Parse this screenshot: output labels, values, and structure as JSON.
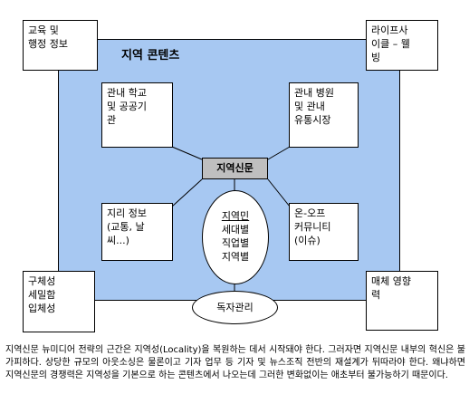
{
  "region_title": "지역 콘텐츠",
  "center_label": "지역신문",
  "corners": {
    "top_left": [
      "교육 및",
      "행정 정보"
    ],
    "top_right": [
      "라이프사",
      "이클 – 웰",
      "빙"
    ],
    "bottom_left": [
      "구체성",
      "세밀함",
      "입체성"
    ],
    "bottom_right": [
      "매체 영향",
      "력"
    ]
  },
  "inner": {
    "top_left": [
      "관내 학교",
      "및 공공기",
      "관"
    ],
    "top_right": [
      "관내 병원",
      "및  관내",
      "유통시장"
    ],
    "bottom_left": [
      "지리 정보",
      "(교통,  날",
      "씨...)"
    ],
    "bottom_right": [
      "온-오프",
      "커뮤니티",
      "(이슈)"
    ]
  },
  "ellipse_lines": [
    "지역민",
    "세대별",
    "직업별",
    "지역별"
  ],
  "ellipse_bottom": "독자관리",
  "caption": "지역신문 뉴미디어 전략의 근간은 지역성(Locality)을 복원하는 데서 시작돼야 한다. 그러자면 지역신문 내부의 혁신은 불가피하다. 상당한 규모의 아웃소싱은 물론이고 기자 업무 등 기자 및 뉴스조직 전반의 재설계가 뒤따라야 한다. 왜냐하면 지역신문의 경쟁력은 지역성을 기본으로 하는 콘텐츠에서 나오는데 그러한 변화없이는 애초부터 불가능하기 때문이다."
}
